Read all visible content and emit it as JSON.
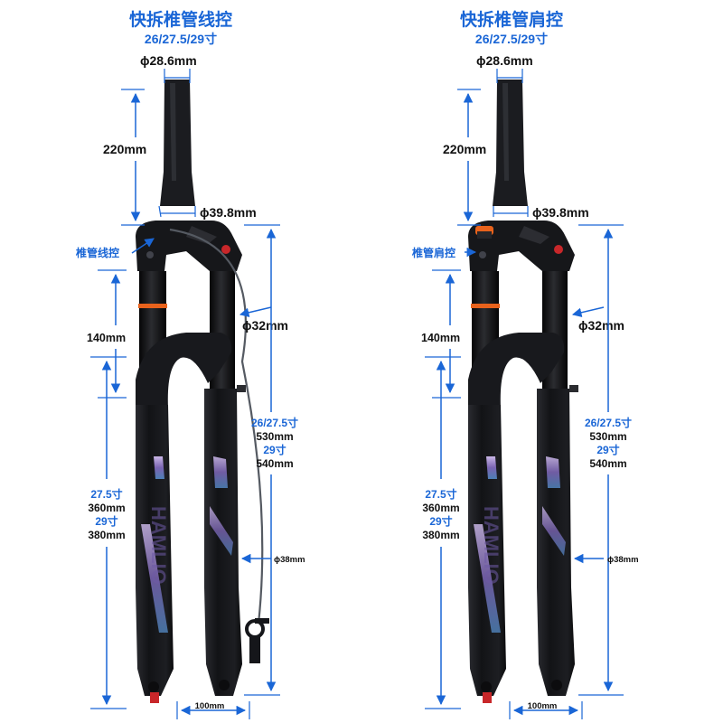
{
  "panels": [
    {
      "title": "快拆椎管线控",
      "subtitle": "26/27.5/29寸",
      "steerer_diameter": "ϕ28.6mm",
      "steerer_length": "220mm",
      "crown_diameter": "ϕ39.8mm",
      "lockout_label": "椎管线控",
      "travel": "140mm",
      "stanchion_diameter": "ϕ32mm",
      "length_26_label": "26/27.5寸",
      "length_26_value": "530mm",
      "length_29_label": "29寸",
      "length_29_value": "540mm",
      "lower_275_label": "27.5寸",
      "lower_275_value": "360mm",
      "lower_29_label": "29寸",
      "lower_29_value": "380mm",
      "lower_diameter": "ϕ38mm",
      "axle_width": "100mm"
    },
    {
      "title": "快拆椎管肩控",
      "subtitle": "26/27.5/29寸",
      "steerer_diameter": "ϕ28.6mm",
      "steerer_length": "220mm",
      "crown_diameter": "ϕ39.8mm",
      "lockout_label": "椎管肩控",
      "travel": "140mm",
      "stanchion_diameter": "ϕ32mm",
      "length_26_label": "26/27.5寸",
      "length_26_value": "530mm",
      "length_29_label": "29寸",
      "length_29_value": "540mm",
      "lower_275_label": "27.5寸",
      "lower_275_value": "360mm",
      "lower_29_label": "29寸",
      "lower_29_value": "380mm",
      "lower_diameter": "ϕ38mm",
      "axle_width": "100mm"
    }
  ],
  "colors": {
    "annotation_blue": "#1a66d6",
    "fork_black": "#15161a",
    "lockout_orange": "#e8621c",
    "accent_purple": "#8a6fb8"
  },
  "fork_graphic_text": "HAMLIO"
}
